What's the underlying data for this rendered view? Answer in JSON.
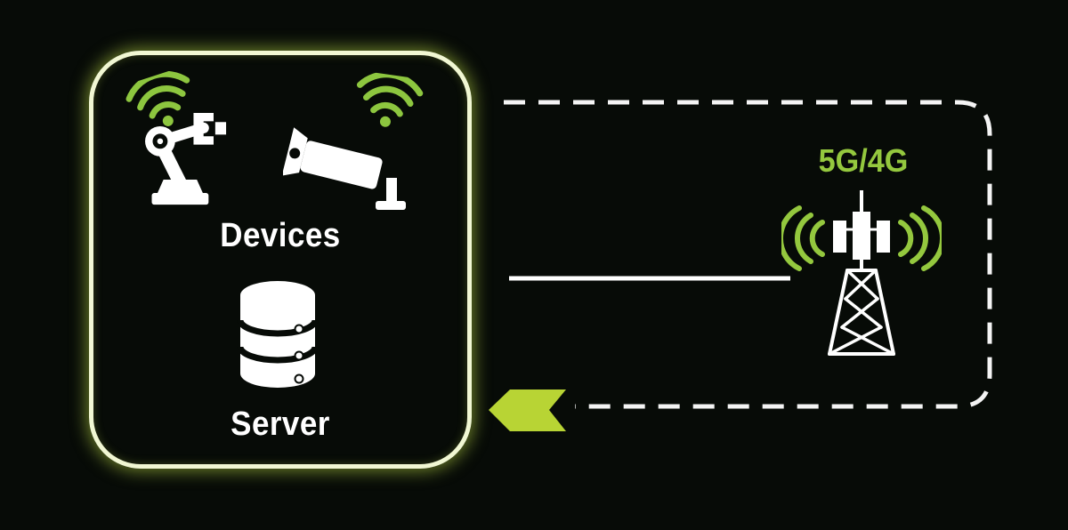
{
  "labels": {
    "devices": "Devices",
    "server": "Server",
    "network": "5G/4G"
  },
  "colors": {
    "background": "#070b07",
    "box_border_pale_lime": "#f1f7d3",
    "lime_arrow": "#b8d434",
    "green_signal": "#8dc63f",
    "white": "#ffffff"
  },
  "icons": {
    "robot_arm": "industrial robot arm with wifi signal",
    "cctv_camera": "surveillance camera with wifi signal",
    "database": "stacked server database cylinders",
    "cell_tower": "5G/4G lattice cell tower with radio waves",
    "left_arrow": "lime chevron arrow pointing left into device box"
  }
}
